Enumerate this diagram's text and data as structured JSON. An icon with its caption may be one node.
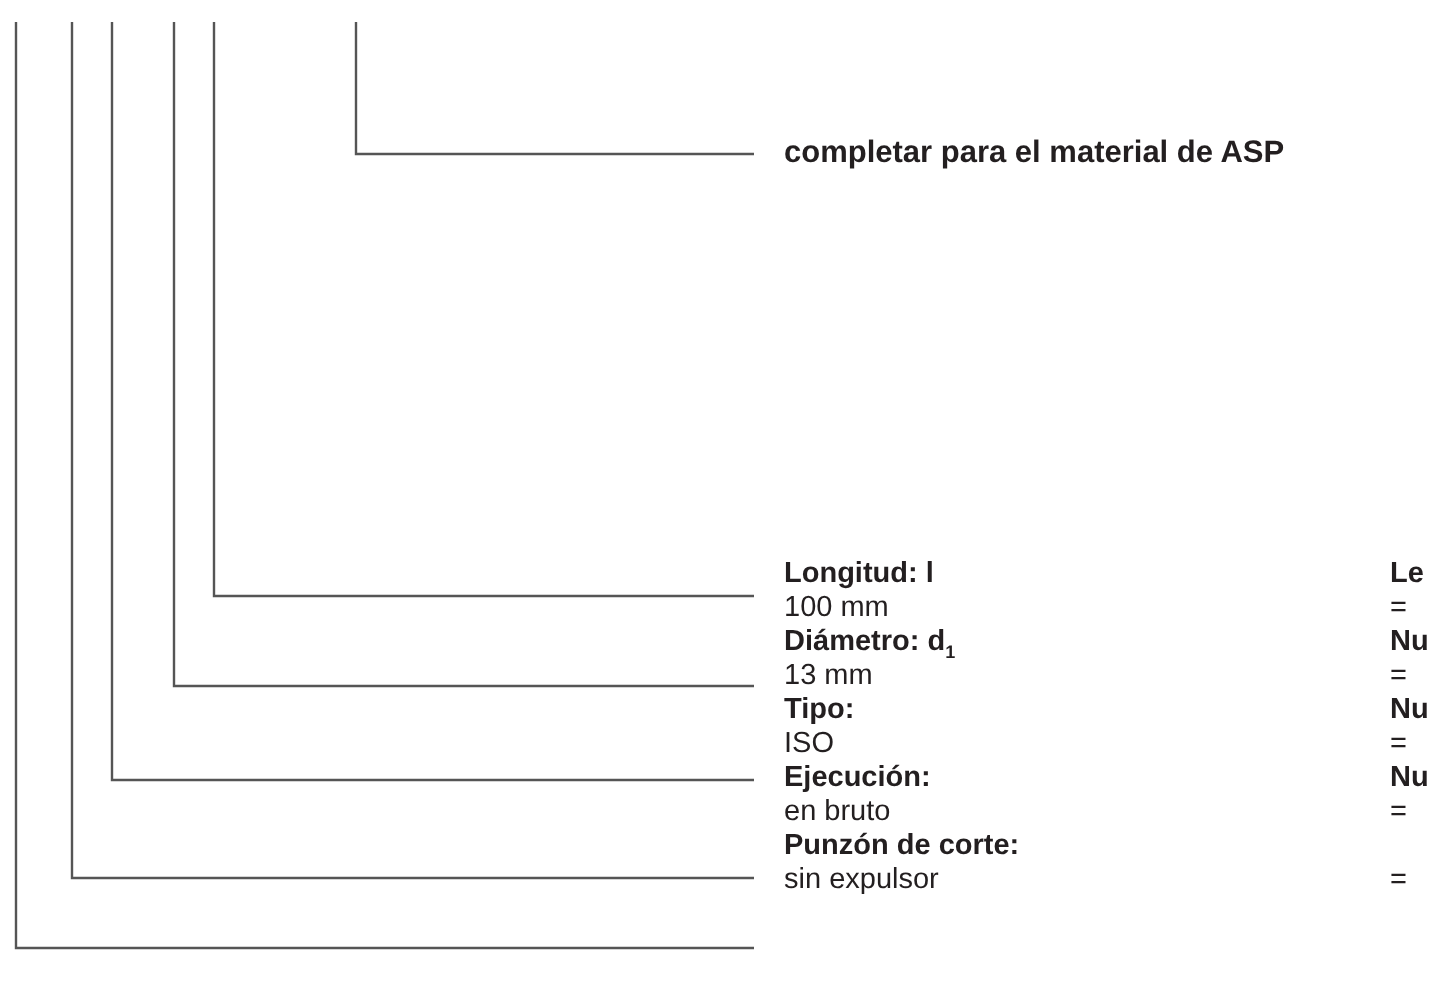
{
  "diagram": {
    "nodes": [
      {
        "text": [
          "completar para el material de ASP"
        ]
      },
      {
        "text": [
          "Longitud: l",
          "100 mm"
        ]
      },
      {
        "text": [
          "Diámetro: d$_{1}$",
          "13 mm"
        ]
      },
      {
        "text": [
          "Tipo:",
          "ISO"
        ]
      },
      {
        "text": [
          "Ejecución:",
          "en bruto"
        ]
      },
      {
        "text": [
          "Punzón de corte:",
          "sin expulsor"
        ]
      }
    ],
    "edges": [
      {
        "from": 0,
        "to": null,
        "arrow": "none"
      },
      {
        "from": 1,
        "to": null,
        "arrow": "none"
      },
      {
        "from": 2,
        "to": null,
        "arrow": "none"
      },
      {
        "from": 3,
        "to": null,
        "arrow": "none"
      },
      {
        "from": 4,
        "to": null,
        "arrow": "none"
      },
      {
        "from": 5,
        "to": null,
        "arrow": "none"
      }
    ],
    "labels": [
      "Le",
      "=",
      "Nu",
      "=",
      "Nu",
      "=",
      "Nu",
      "=",
      "="
    ]
  }
}
